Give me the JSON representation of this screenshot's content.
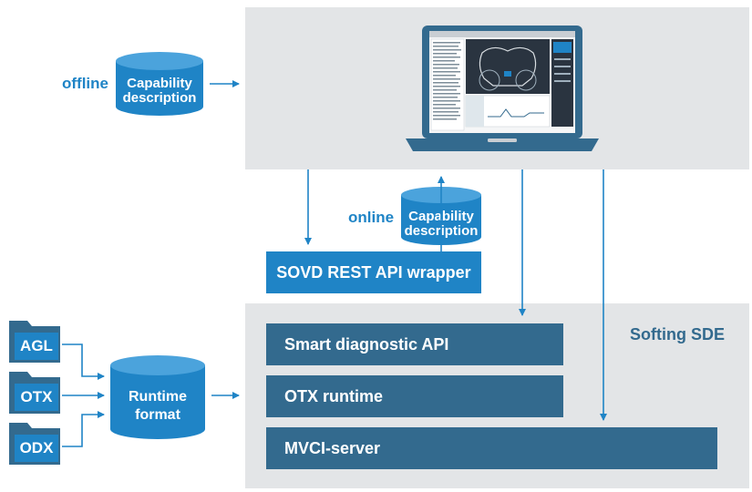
{
  "colors": {
    "light_blue": "#1f84c6",
    "dark_blue": "#336a8e",
    "panel_gray": "#e3e5e7",
    "arrow": "#1f84c6"
  },
  "offline": {
    "word": "offline",
    "cylinder_line1": "Capability",
    "cylinder_line2": "description"
  },
  "online": {
    "word": "online",
    "cylinder_line1": "Capability",
    "cylinder_line2": "description"
  },
  "sovd_wrapper": "SOVD REST API wrapper",
  "softing_sde": {
    "label": "Softing SDE",
    "layers": [
      "Smart diagnostic API",
      "OTX runtime",
      "MVCI-server"
    ]
  },
  "runtime": {
    "line1": "Runtime",
    "line2": "format"
  },
  "inputs": [
    "AGL",
    "OTX",
    "ODX"
  ],
  "laptop": {
    "icon": "laptop-icon"
  }
}
